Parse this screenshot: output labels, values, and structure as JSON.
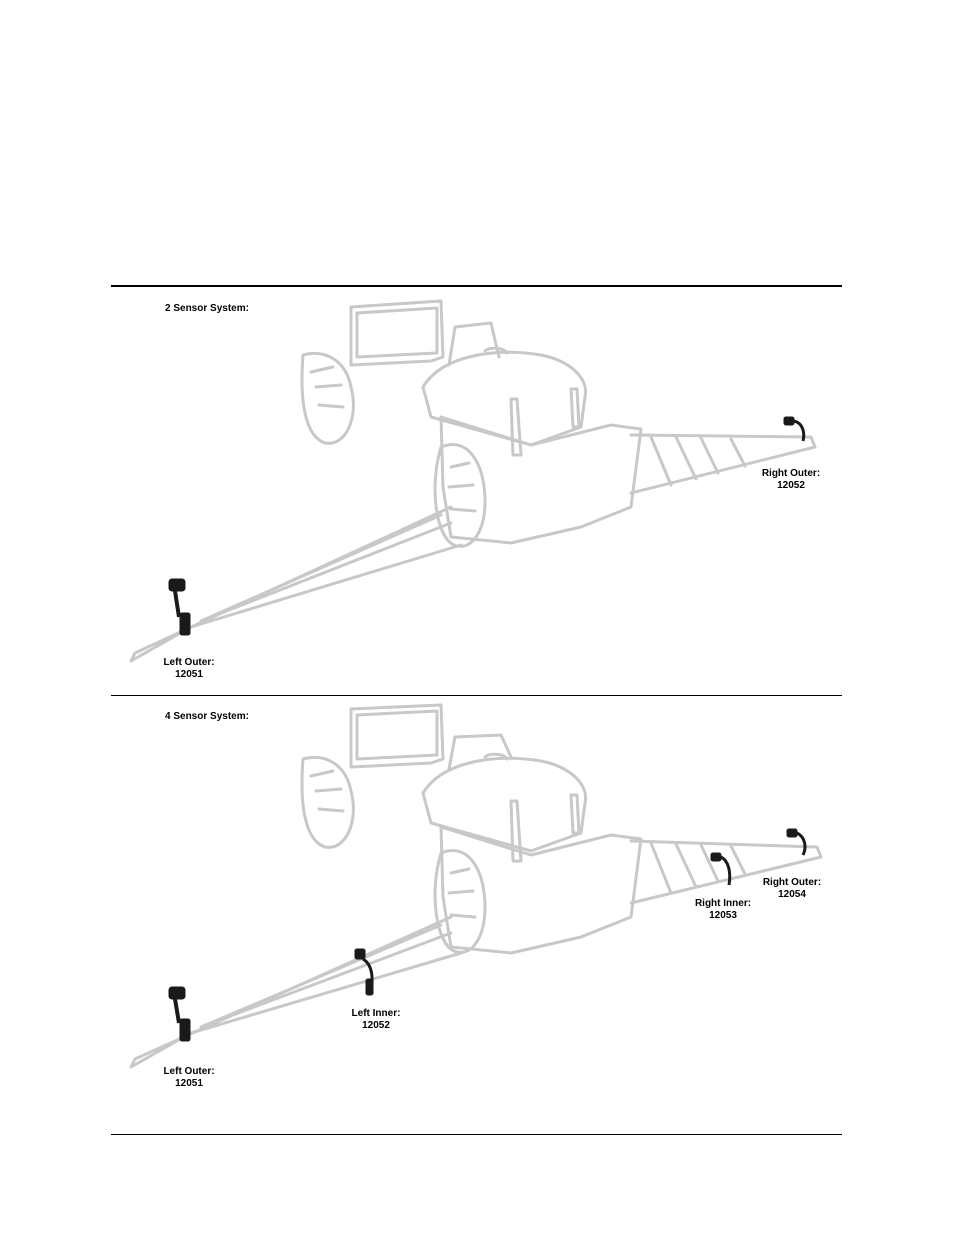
{
  "panels": [
    {
      "title": "2 Sensor System:",
      "sensors": [
        {
          "label": "Right Outer:",
          "part": "12052"
        },
        {
          "label": "Left Outer:",
          "part": "12051"
        }
      ]
    },
    {
      "title": "4 Sensor System:",
      "sensors": [
        {
          "label": "Right Outer:",
          "part": "12054"
        },
        {
          "label": "Right Inner:",
          "part": "12053"
        },
        {
          "label": "Left Inner:",
          "part": "12052"
        },
        {
          "label": "Left Outer:",
          "part": "12051"
        }
      ]
    }
  ]
}
